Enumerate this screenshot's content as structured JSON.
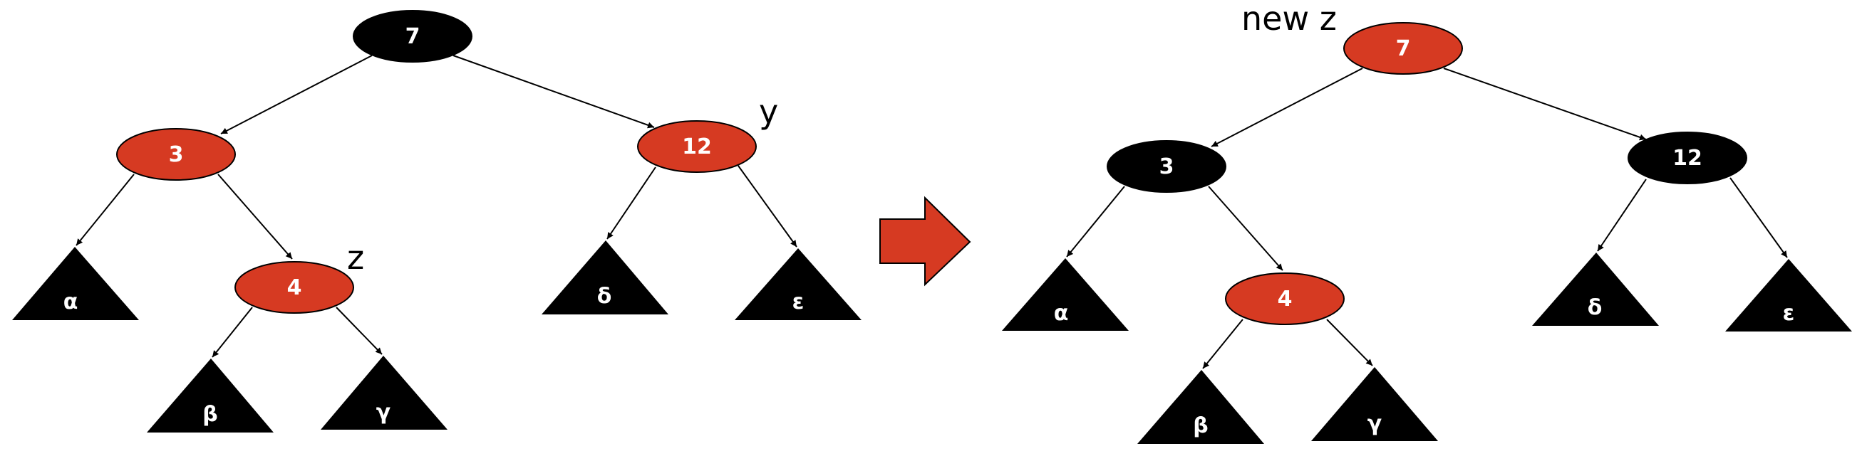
{
  "colors": {
    "red": "#d63a22",
    "black": "#000000",
    "arrow": "#d63a22",
    "label": "#ffffff"
  },
  "before": {
    "nodes": {
      "n7": {
        "label": "7",
        "color": "black"
      },
      "n3": {
        "label": "3",
        "color": "red"
      },
      "n12": {
        "label": "12",
        "color": "red"
      },
      "n4": {
        "label": "4",
        "color": "red"
      }
    },
    "subtrees": {
      "alpha": {
        "label": "α"
      },
      "beta": {
        "label": "β"
      },
      "gamma": {
        "label": "γ"
      },
      "delta": {
        "label": "δ"
      },
      "epsilon": {
        "label": "ε"
      }
    },
    "annotations": {
      "y": "y",
      "z": "z"
    }
  },
  "after": {
    "nodes": {
      "n7": {
        "label": "7",
        "color": "red"
      },
      "n3": {
        "label": "3",
        "color": "black"
      },
      "n12": {
        "label": "12",
        "color": "black"
      },
      "n4": {
        "label": "4",
        "color": "red"
      }
    },
    "subtrees": {
      "alpha": {
        "label": "α"
      },
      "beta": {
        "label": "β"
      },
      "gamma": {
        "label": "γ"
      },
      "delta": {
        "label": "δ"
      },
      "epsilon": {
        "label": "ε"
      }
    },
    "annotations": {
      "new_z": "new z"
    }
  },
  "transition_arrow": {
    "icon": "right-arrow-icon"
  }
}
